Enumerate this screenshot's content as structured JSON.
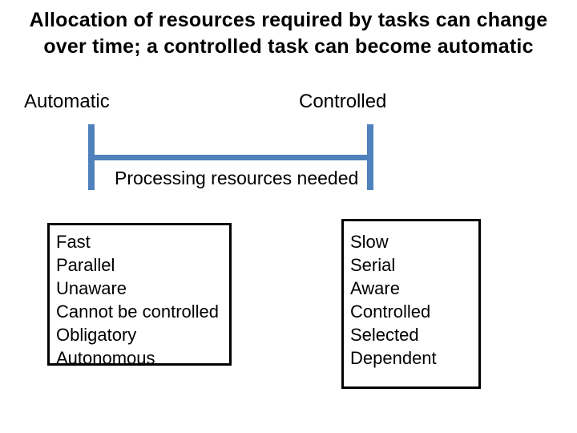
{
  "slide": {
    "title": {
      "line1": "Allocation of resources required by tasks can change",
      "line2": "over time; a controlled task can become automatic"
    },
    "continuum": {
      "left_label": "Automatic",
      "right_label": "Controlled",
      "caption": "Processing resources needed",
      "bar_color": "#4F81BD"
    },
    "automatic_box": {
      "items": [
        "Fast",
        "Parallel",
        "Unaware",
        "Cannot be controlled",
        "Obligatory",
        "Autonomous"
      ]
    },
    "controlled_box": {
      "items": [
        "Slow",
        "Serial",
        "Aware",
        "Controlled",
        "Selected",
        "Dependent"
      ]
    }
  }
}
